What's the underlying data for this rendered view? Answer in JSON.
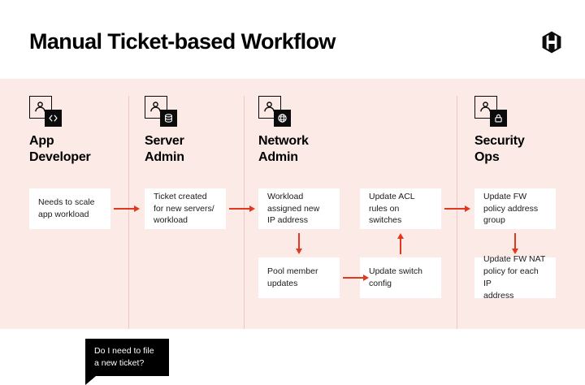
{
  "header": {
    "title": "Manual Ticket-based Workflow",
    "logo_icon": "hashicorp-logo-icon"
  },
  "colors": {
    "canvas_background": "#FBEAE6",
    "header_background": "#FFFFFF",
    "arrow": "#E0391F",
    "divider": "#EFC9C1",
    "box_background": "#FFFFFF",
    "text": "#1A1A1A",
    "bubble_background": "#000000",
    "bubble_text": "#FFFFFF"
  },
  "columns": [
    {
      "id": "app-developer",
      "label": "App\nDeveloper",
      "badge_icon": "code-icon",
      "person_icon": "person-card-icon"
    },
    {
      "id": "server-admin",
      "label": "Server\nAdmin",
      "badge_icon": "database-icon",
      "person_icon": "person-card-icon"
    },
    {
      "id": "network-admin",
      "label": "Network\nAdmin",
      "badge_icon": "globe-icon",
      "person_icon": "person-card-icon"
    },
    {
      "id": "security-ops",
      "label": "Security\nOps",
      "badge_icon": "lock-icon",
      "person_icon": "person-card-icon"
    }
  ],
  "steps": [
    {
      "id": "needs-to-scale",
      "text": "Needs to scale\napp workload"
    },
    {
      "id": "ticket-created",
      "text": "Ticket created\nfor new servers/\nworkload"
    },
    {
      "id": "workload-assigned-ip",
      "text": "Workload\nassigned new\nIP address"
    },
    {
      "id": "update-acl-rules",
      "text": "Update ACL\nrules on switches"
    },
    {
      "id": "update-fw-policy",
      "text": "Update FW\npolicy address\ngroup"
    },
    {
      "id": "pool-member-updates",
      "text": "Pool member\nupdates"
    },
    {
      "id": "update-switch-config",
      "text": "Update switch\nconfig"
    },
    {
      "id": "update-fw-nat",
      "text": "Update FW NAT\npolicy for each IP\naddress"
    }
  ],
  "callout": {
    "id": "do-i-need-ticket",
    "text": "Do I need to file\na new ticket?"
  },
  "arrows": [
    {
      "id": "needs-to-ticket",
      "direction": "right"
    },
    {
      "id": "ticket-to-workload",
      "direction": "right"
    },
    {
      "id": "acl-to-fw-policy",
      "direction": "right"
    },
    {
      "id": "workload-to-pool",
      "direction": "down"
    },
    {
      "id": "pool-to-switch-config",
      "direction": "right"
    },
    {
      "id": "switch-config-to-acl",
      "direction": "up"
    },
    {
      "id": "fw-policy-to-fw-nat",
      "direction": "down"
    }
  ]
}
